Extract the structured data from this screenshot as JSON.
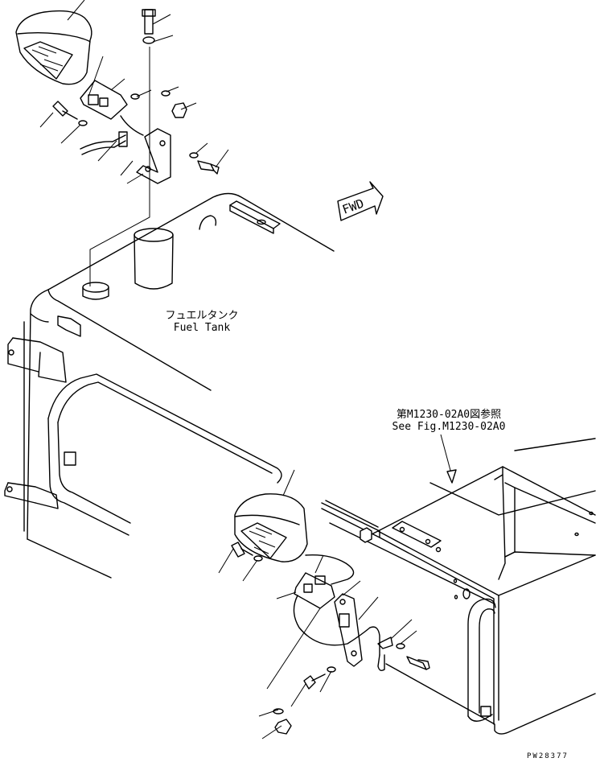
{
  "labels": {
    "fuel_tank_jp": "フュエルタンク",
    "fuel_tank_en": "Fuel Tank",
    "reference_jp": "第M1230-02A0図参照",
    "reference_en": "See Fig.M1230-02A0",
    "direction_arrow": "FWD",
    "drawing_code": "PW28377"
  }
}
